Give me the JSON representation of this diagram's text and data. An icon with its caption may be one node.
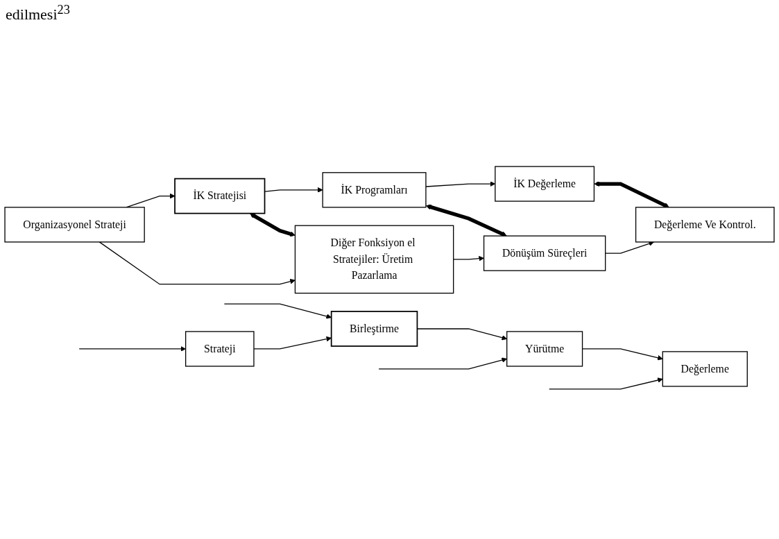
{
  "diagram": {
    "title": "edilmesi$^{23}$",
    "nodes": [
      {
        "text": [
          "Strateji"
        ]
      },
      {
        "text": [
          "Birleştirme"
        ]
      },
      {
        "text": [
          "Yürütme"
        ]
      },
      {
        "text": [
          "Değerleme"
        ]
      },
      {
        "text": [
          "İK Stratejisi"
        ]
      },
      {
        "text": [
          "İK Programları"
        ]
      },
      {
        "text": [
          "İK Değerleme"
        ]
      },
      {
        "text": [
          "Organizasyonel Strateji"
        ]
      },
      {
        "text": [
          "Diğer Fonksiyon el Stratejiler: Üretim Pazarlama"
        ]
      },
      {
        "text": [
          "Dönüşüm Süreçleri"
        ]
      },
      {
        "text": [
          "Değerleme Ve Kontrol."
        ]
      }
    ],
    "edges": [
      {
        "from": null,
        "to": 0,
        "arrow": "to"
      },
      {
        "from": null,
        "to": 1,
        "arrow": "to"
      },
      {
        "from": null,
        "to": 2,
        "arrow": "to"
      },
      {
        "from": null,
        "to": 3,
        "arrow": "to"
      },
      {
        "from": 0,
        "to": 1,
        "arrow": "to"
      },
      {
        "from": 1,
        "to": 2,
        "arrow": "to"
      },
      {
        "from": 2,
        "to": 3,
        "arrow": "to"
      },
      {
        "from": 7,
        "to": 4,
        "arrow": "to"
      },
      {
        "from": 7,
        "to": 8,
        "arrow": "to"
      },
      {
        "from": 4,
        "to": 5,
        "arrow": "to"
      },
      {
        "from": 5,
        "to": 6,
        "arrow": "to"
      },
      {
        "from": 4,
        "to": 8,
        "arrow": "both",
        "style": "thick"
      },
      {
        "from": 5,
        "to": 9,
        "arrow": "both",
        "style": "thick"
      },
      {
        "from": 6,
        "to": 10,
        "arrow": "both",
        "style": "thick"
      },
      {
        "from": 8,
        "to": 9,
        "arrow": "to"
      },
      {
        "from": 9,
        "to": 10,
        "arrow": "to"
      }
    ]
  }
}
